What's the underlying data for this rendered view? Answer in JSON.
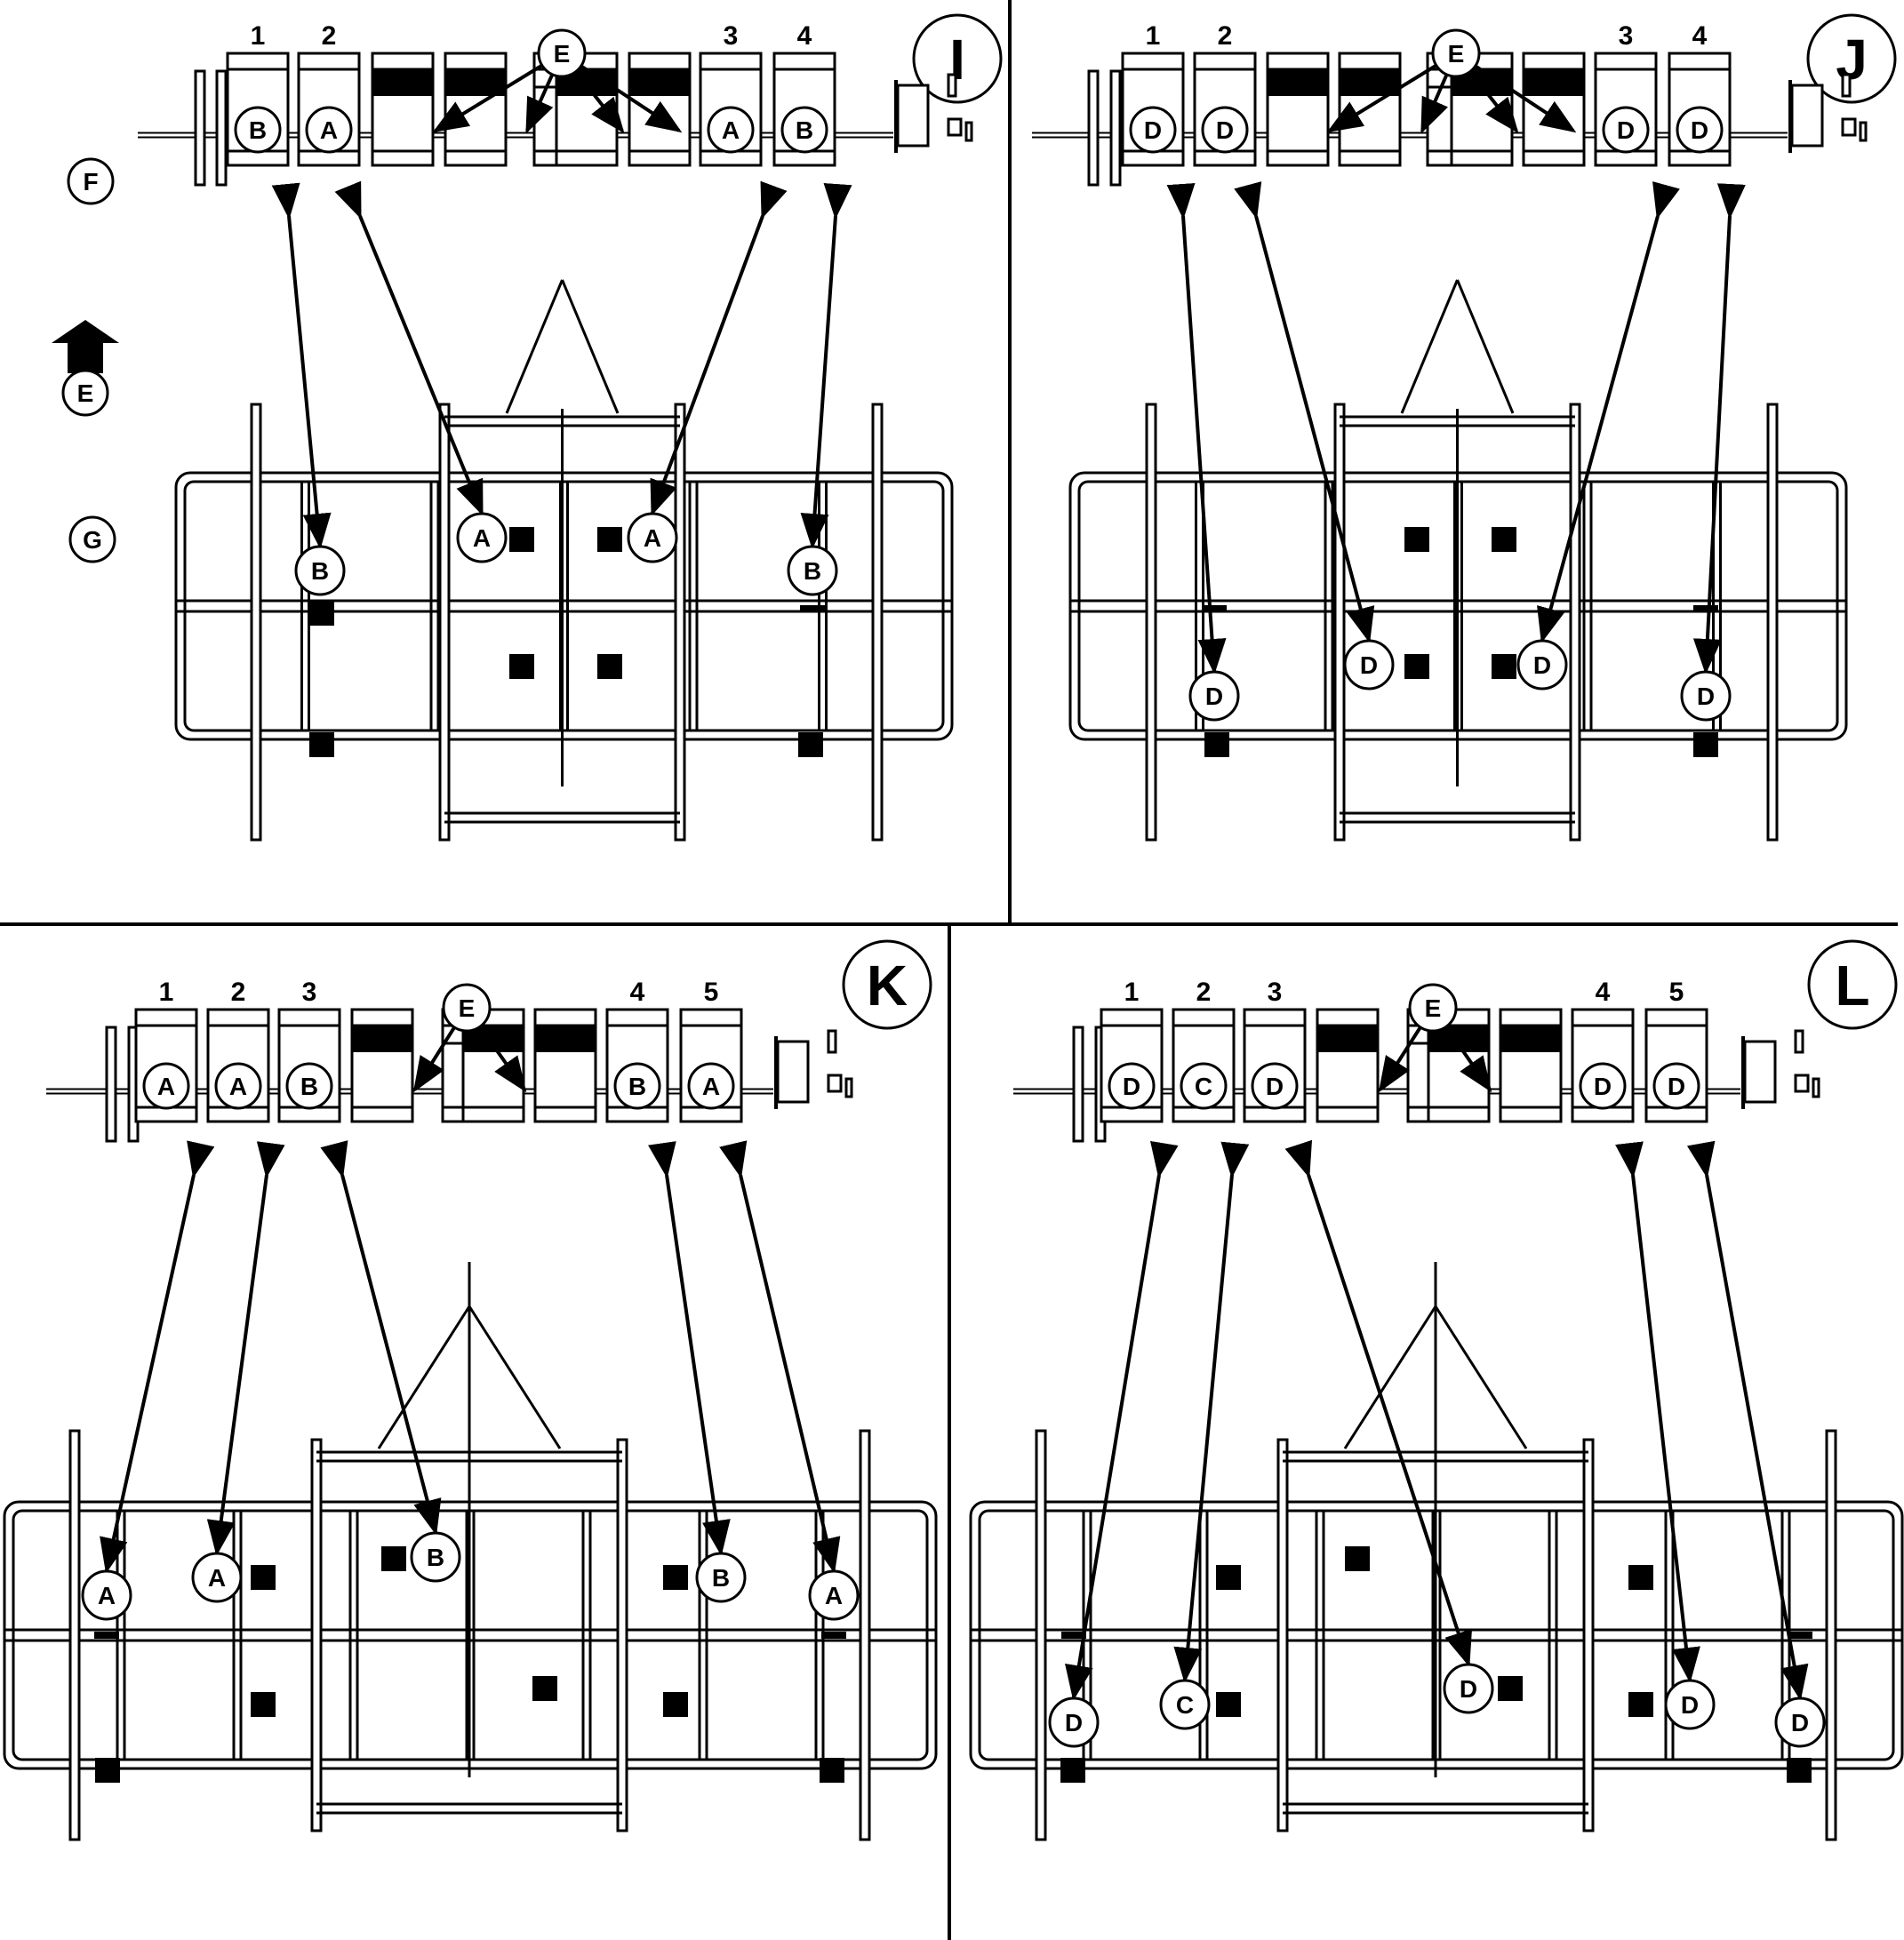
{
  "legend": {
    "F": "F",
    "G": "G",
    "E": "E"
  },
  "panels": [
    {
      "id": "I",
      "numbers": [
        "1",
        "2",
        "3",
        "4"
      ],
      "upper_labels": [
        "B",
        "A",
        "A",
        "B"
      ],
      "lower_labels": [
        "B",
        "A",
        "A",
        "B"
      ],
      "callout": "E"
    },
    {
      "id": "J",
      "numbers": [
        "1",
        "2",
        "3",
        "4"
      ],
      "upper_labels": [
        "D",
        "D",
        "D",
        "D"
      ],
      "lower_labels": [
        "D",
        "D",
        "D",
        "D"
      ],
      "callout": "E"
    },
    {
      "id": "K",
      "numbers": [
        "1",
        "2",
        "3",
        "4",
        "5"
      ],
      "upper_labels": [
        "A",
        "A",
        "B",
        "B",
        "A"
      ],
      "lower_labels": [
        "A",
        "A",
        "B",
        "B",
        "A"
      ],
      "callout": "E"
    },
    {
      "id": "L",
      "numbers": [
        "1",
        "2",
        "3",
        "4",
        "5"
      ],
      "upper_labels": [
        "D",
        "C",
        "D",
        "D",
        "D"
      ],
      "lower_labels": [
        "D",
        "C",
        "D",
        "D",
        "D"
      ],
      "callout": "E"
    }
  ]
}
